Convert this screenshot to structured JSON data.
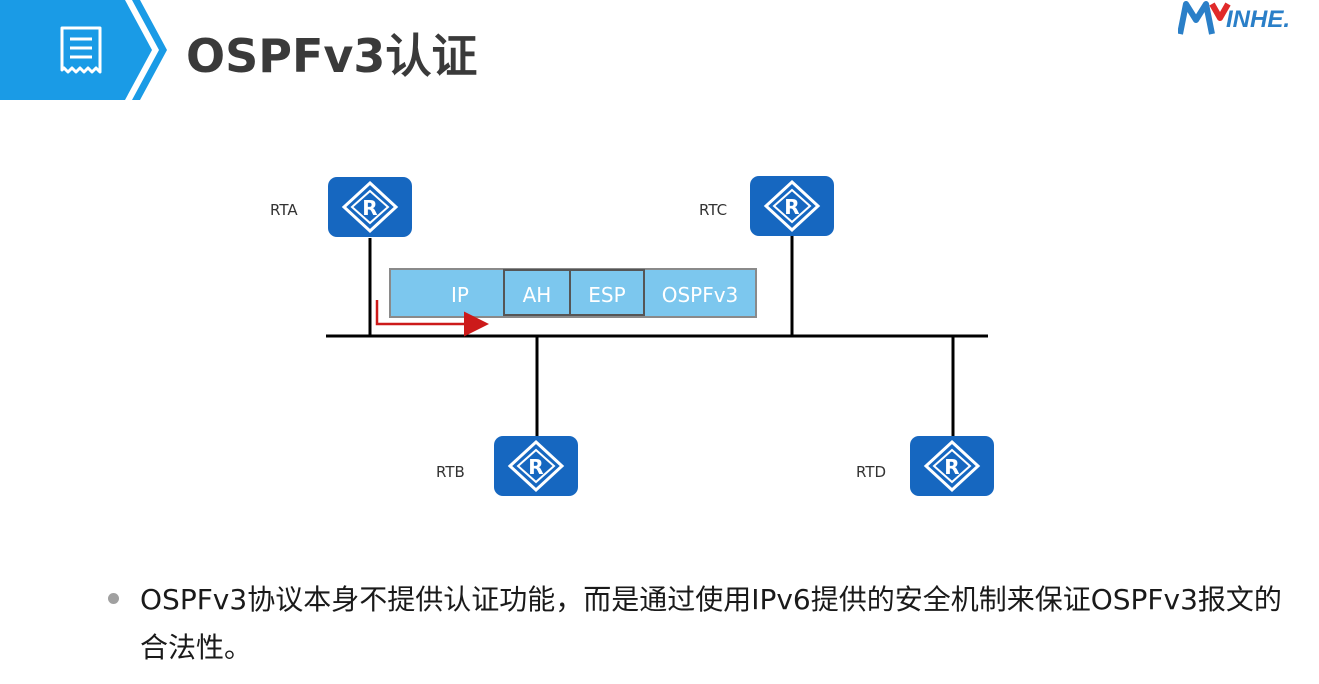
{
  "header": {
    "title": "OSPFv3认证",
    "logo_text": "INHE.",
    "icon": "document-list-icon",
    "accent_color": "#1a9be6"
  },
  "diagram": {
    "routers": {
      "rta": {
        "label": "RTA"
      },
      "rtb": {
        "label": "RTB"
      },
      "rtc": {
        "label": "RTC"
      },
      "rtd": {
        "label": "RTD"
      }
    },
    "router_icon": "router-r-icon",
    "router_color": "#1667c0",
    "packet": {
      "fields": [
        "IP",
        "AH",
        "ESP",
        "OSPFv3"
      ],
      "fill_color": "#7cc7ee"
    },
    "arrow_color": "#cc1a1a"
  },
  "bullets": [
    "OSPFv3协议本身不提供认证功能，而是通过使用IPv6提供的安全机制来保证OSPFv3报文的合法性。"
  ]
}
